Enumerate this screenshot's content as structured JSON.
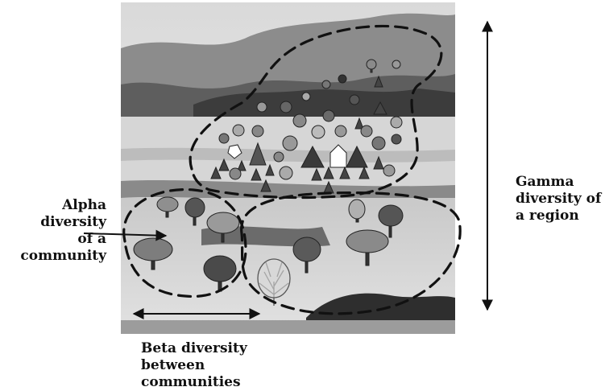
{
  "labels": {
    "alpha": [
      "Alpha",
      "diversity",
      "of a",
      "community"
    ],
    "gamma": [
      "Gamma",
      "diversity of",
      "a region"
    ],
    "beta": [
      "Beta diversity",
      "between",
      "communities"
    ]
  },
  "colors": {
    "ink": "#111111",
    "sky": "#efefef",
    "hills": "#7a7a7a",
    "hills_dark": "#3c3c3c",
    "field": "#bdbdbd",
    "tree_dark": "#3a3a3a",
    "tree_mid": "#777777",
    "tree_light": "#a9a9a9"
  }
}
